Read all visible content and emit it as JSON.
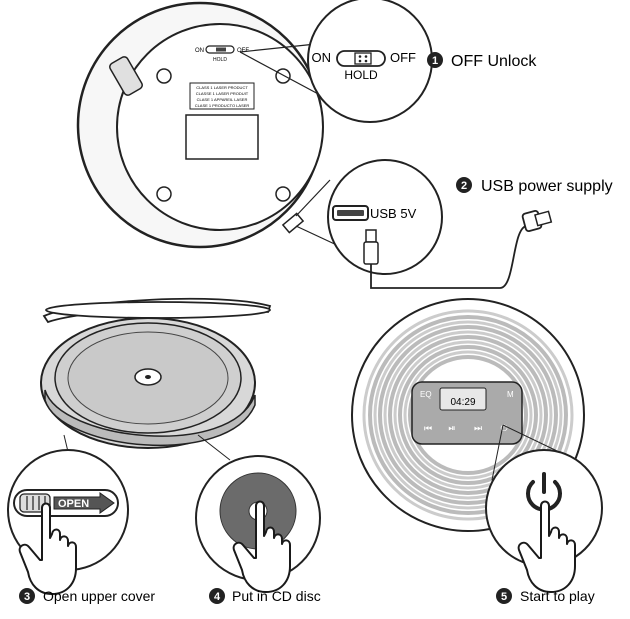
{
  "steps": [
    {
      "num": "1",
      "label": "OFF Unlock"
    },
    {
      "num": "2",
      "label": "USB power supply"
    },
    {
      "num": "3",
      "label": "Open upper cover"
    },
    {
      "num": "4",
      "label": "Put in CD disc"
    },
    {
      "num": "5",
      "label": "Start to play"
    }
  ],
  "hold_switch": {
    "on": "ON",
    "off": "OFF",
    "hold": "HOLD",
    "small_on": "ON",
    "small_off": "OFF",
    "small_hold": "HOLD"
  },
  "usb": {
    "label": "USB 5V"
  },
  "laser_label": [
    "CLASS 1 LASER PRODUCT",
    "CLASSE 1 LASER PRODUIT",
    "CLASE 1 APPAREIL LASER",
    "CLASE 1 PRODUCTO LASER"
  ],
  "cover_button": {
    "label": "OPEN"
  },
  "player_panel": {
    "eq": "EQ",
    "mode": "M",
    "time": "04:29",
    "prev": "⏮",
    "playpause": "⏯",
    "next": "⏭",
    "power": "⏻"
  },
  "icons": [
    "lock-toggle-icon",
    "usb-plug-icon",
    "hand-pointer-icon",
    "power-icon",
    "cd-disc-icon"
  ]
}
